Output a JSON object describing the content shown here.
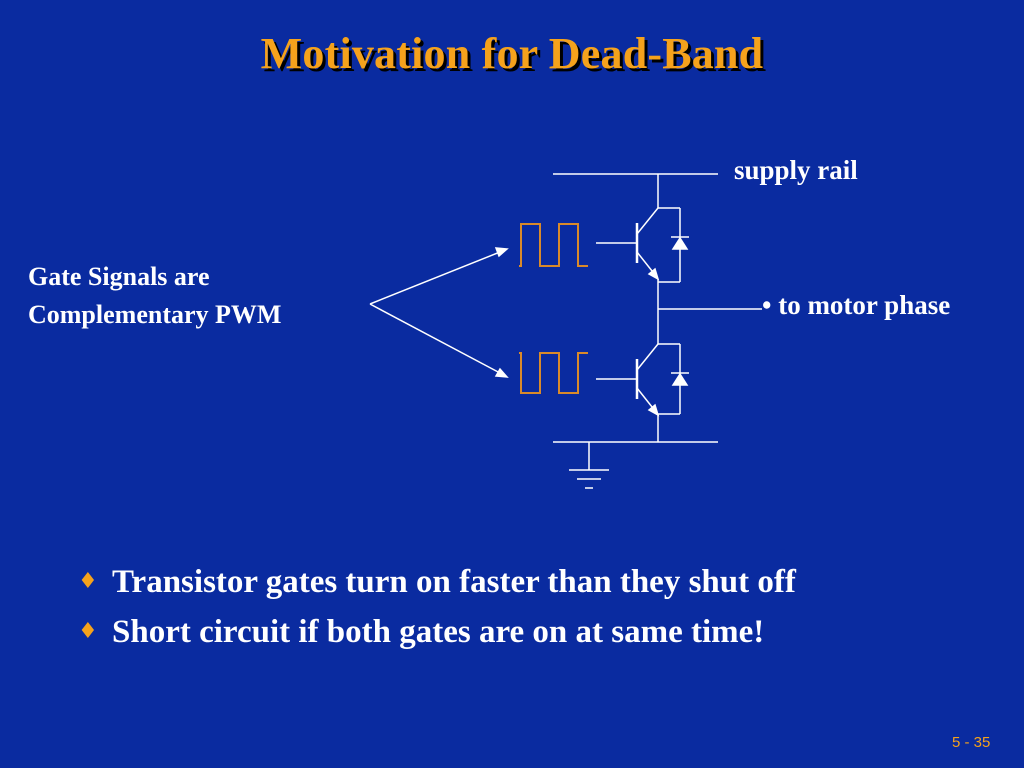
{
  "slide": {
    "title": "Motivation for Dead-Band",
    "page_number": "5 - 35"
  },
  "diagram": {
    "gate_label_line1": "Gate Signals are",
    "gate_label_line2": "Complementary PWM",
    "supply_label": "supply rail",
    "motor_label": "• to motor phase"
  },
  "bullets": [
    "Transistor gates turn on faster than they shut off",
    "Short circuit if both gates are on at same time!"
  ],
  "bullet_marker": "♦",
  "colors": {
    "background": "#0a2ba0",
    "title": "#f5a21c",
    "pwm_waveform": "#d98a2a",
    "circuit_lines": "#ffffff"
  }
}
